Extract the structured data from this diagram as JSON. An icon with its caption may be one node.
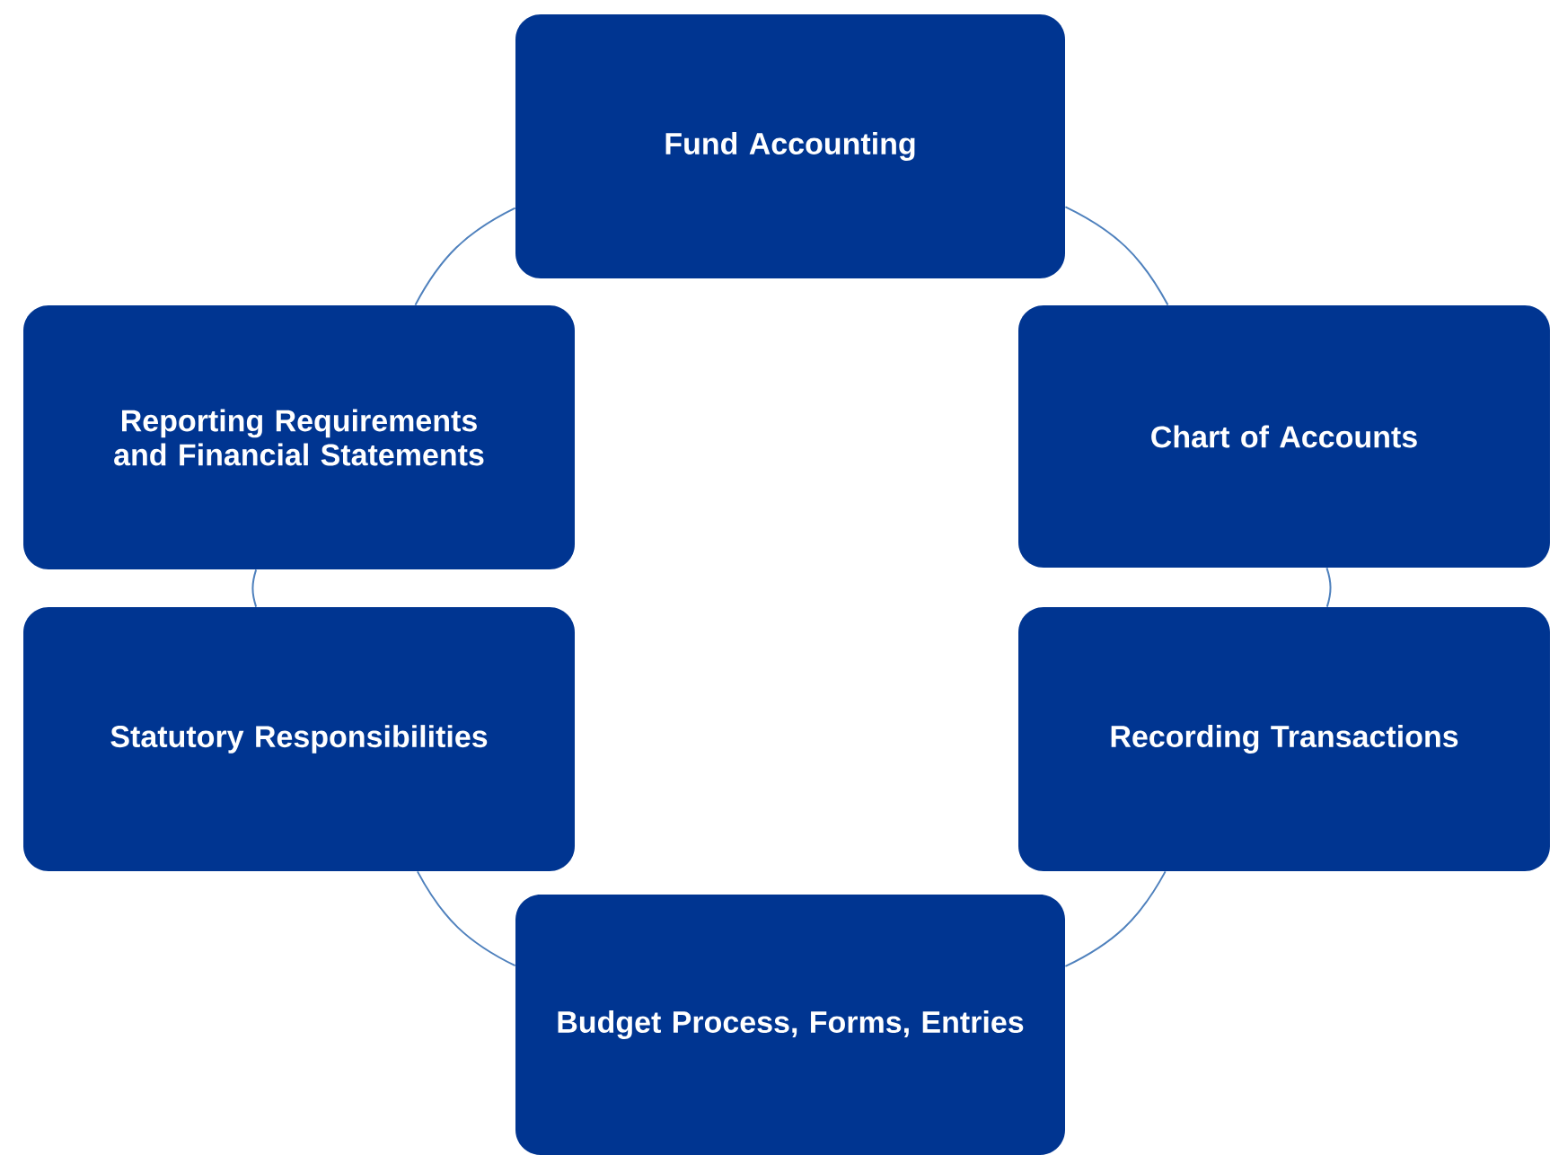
{
  "diagram": {
    "nodes": [
      {
        "text": [
          "Fund Accounting"
        ]
      },
      {
        "text": [
          "Chart of Accounts"
        ]
      },
      {
        "text": [
          "Recording Transactions"
        ]
      },
      {
        "text": [
          "Budget Process, Forms, Entries"
        ]
      },
      {
        "text": [
          "Statutory Responsibilities"
        ]
      },
      {
        "text": [
          "Reporting Requirements and Financial Statements"
        ]
      }
    ],
    "edges": [
      {
        "from": 0,
        "to": 1,
        "arrow": "none"
      },
      {
        "from": 1,
        "to": 2,
        "arrow": "none"
      },
      {
        "from": 2,
        "to": 3,
        "arrow": "none"
      },
      {
        "from": 3,
        "to": 4,
        "arrow": "none"
      },
      {
        "from": 4,
        "to": 5,
        "arrow": "none"
      },
      {
        "from": 5,
        "to": 0,
        "arrow": "none"
      }
    ]
  }
}
